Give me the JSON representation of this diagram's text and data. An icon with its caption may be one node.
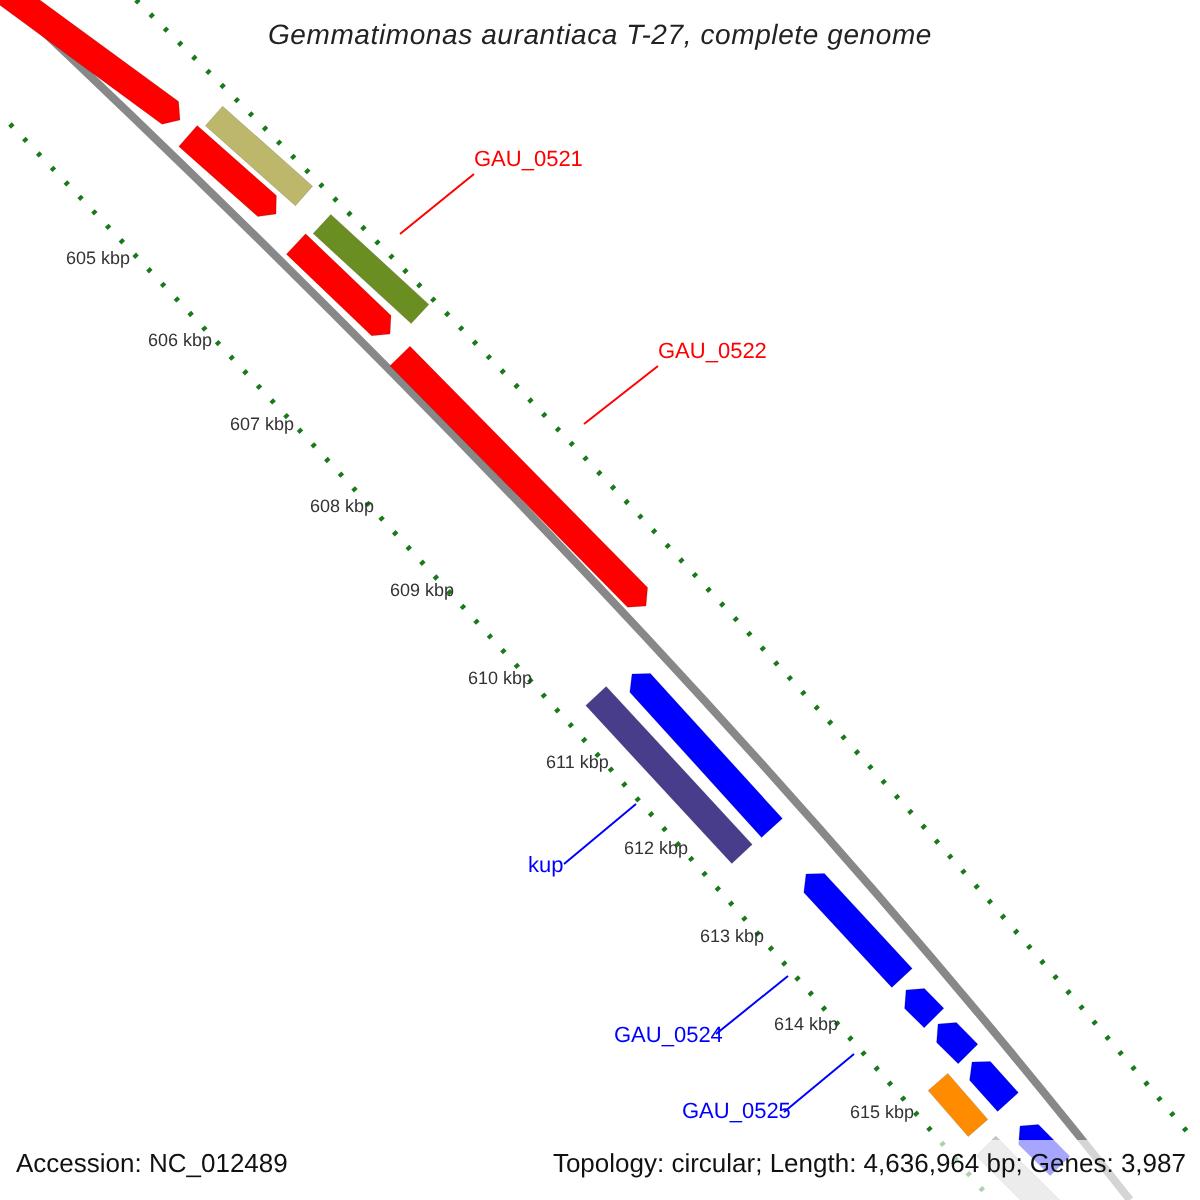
{
  "diagram": {
    "title": "Gemmatimonas aurantiaca T-27, complete genome",
    "nodes": [
      {
        "text": [
          "GAU_0521"
        ]
      },
      {
        "text": [
          "GAU_0522"
        ]
      },
      {
        "text": [
          "kup"
        ]
      },
      {
        "text": [
          "GAU_0524"
        ]
      },
      {
        "text": [
          "GAU_0525"
        ]
      }
    ],
    "edges": [
      {
        "from": 0,
        "to": null,
        "arrow": "none",
        "color": "#ff0000"
      },
      {
        "from": 1,
        "to": null,
        "arrow": "none",
        "color": "#ff0000"
      },
      {
        "from": 2,
        "to": null,
        "arrow": "none",
        "color": "#0000ff"
      },
      {
        "from": 3,
        "to": null,
        "arrow": "none",
        "color": "#0000ff"
      },
      {
        "from": 4,
        "to": null,
        "arrow": "none",
        "color": "#0000ff"
      }
    ],
    "labels": [
      "605 kbp",
      "606 kbp",
      "607 kbp",
      "608 kbp",
      "609 kbp",
      "610 kbp",
      "611 kbp",
      "612 kbp",
      "613 kbp",
      "614 kbp",
      "615 kbp",
      "Accession: NC_012489",
      "Topology: circular; Length: 4,636,964 bp; Genes: 3,987"
    ]
  }
}
